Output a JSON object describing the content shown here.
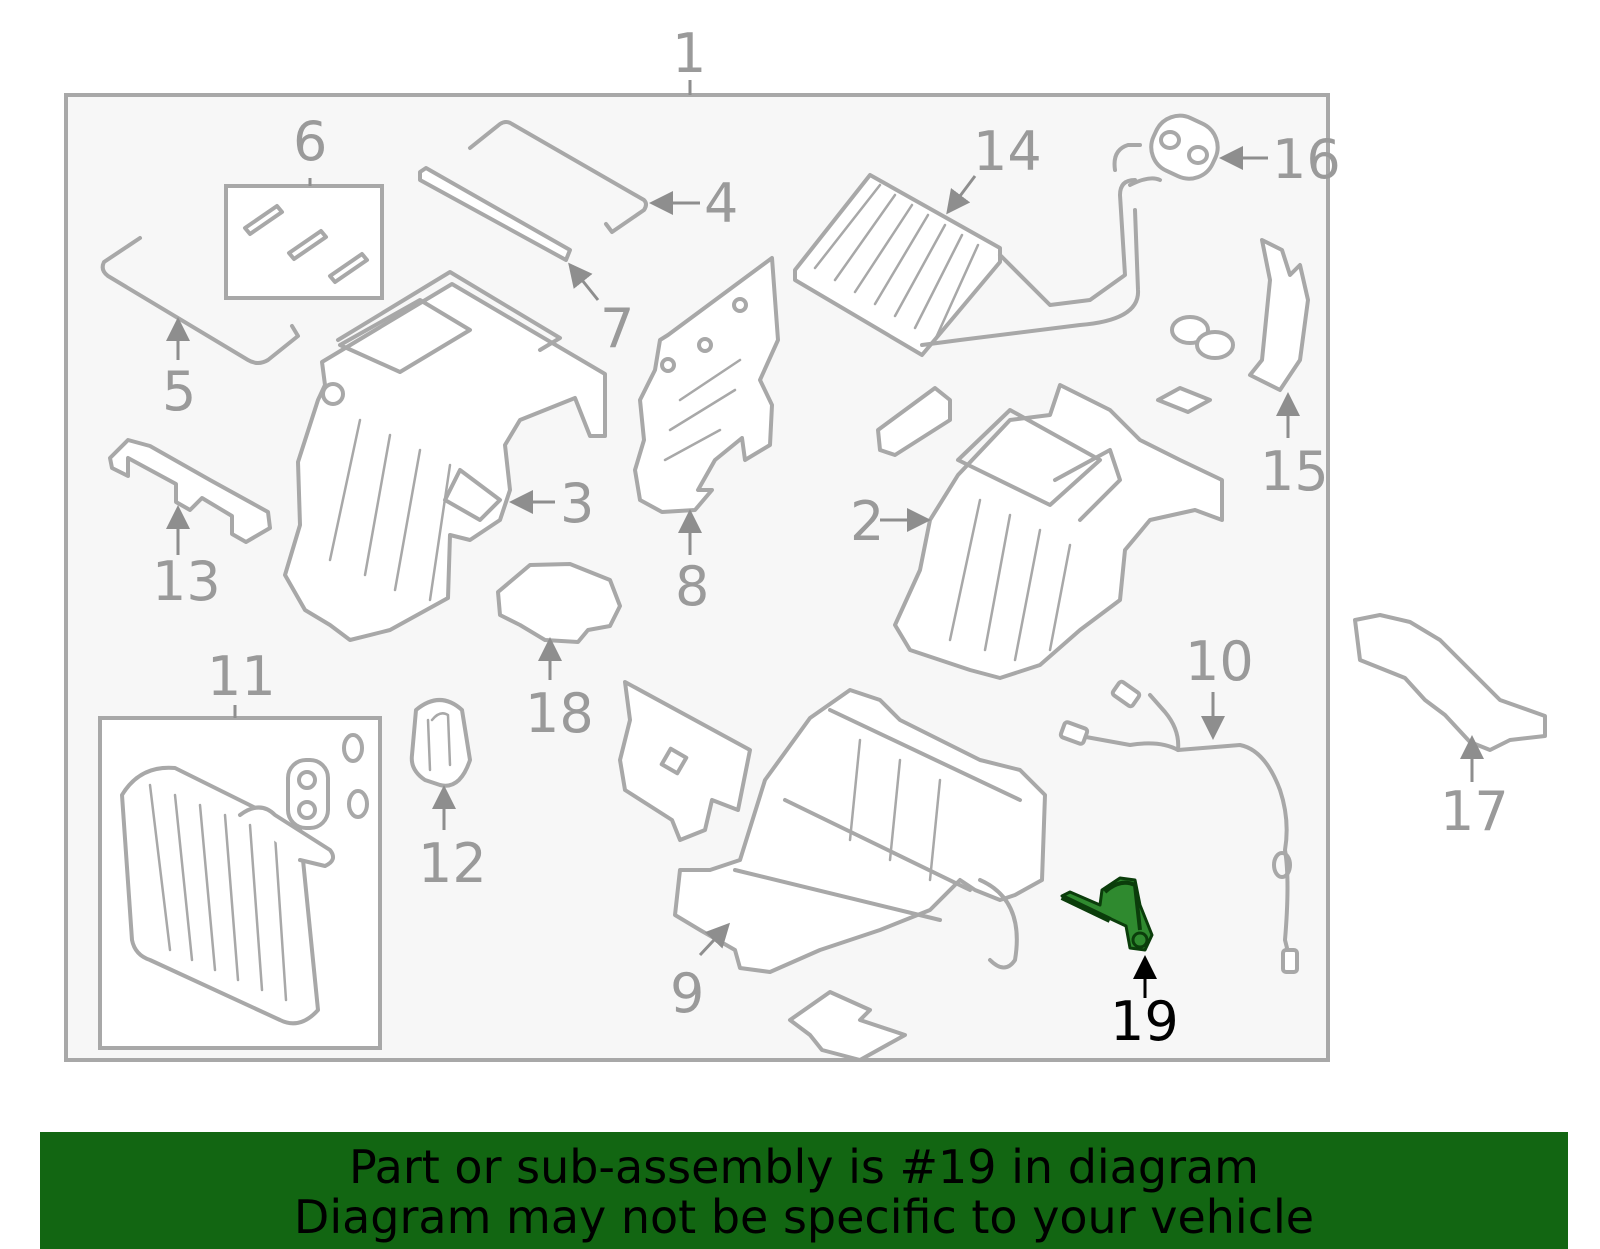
{
  "callouts": {
    "c1": "1",
    "c2": "2",
    "c3": "3",
    "c4": "4",
    "c5": "5",
    "c6": "6",
    "c7": "7",
    "c8": "8",
    "c9": "9",
    "c10": "10",
    "c11": "11",
    "c12": "12",
    "c13": "13",
    "c14": "14",
    "c15": "15",
    "c16": "16",
    "c17": "17",
    "c18": "18",
    "c19": "19"
  },
  "highlight": {
    "part": "19",
    "color": "#126612"
  },
  "banner": {
    "line1": "Part or sub-assembly is #19 in diagram",
    "line2": "Diagram may not be specific to your vehicle",
    "color": "#126612"
  }
}
